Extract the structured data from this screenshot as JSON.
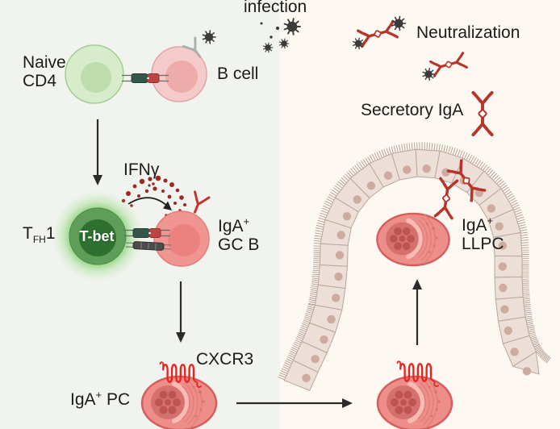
{
  "figure": {
    "type": "immunology-pathway-diagram",
    "description_visible_only": "IgA plasma cell differentiation pathway with mucosal secretion"
  },
  "labels": {
    "infection": "infection",
    "naive_cd4_line1": "Naive",
    "naive_cd4_line2": "CD4",
    "b_cell": "B cell",
    "ifng": "IFNγ",
    "tfh1": {
      "base": "T",
      "sub": "FH",
      "num": "1"
    },
    "tbet": "T-bet",
    "gc_b": {
      "iga": "IgA",
      "sup": "+",
      "line2": "GC B"
    },
    "cxcr3": "CXCR3",
    "iga_pc": {
      "iga": "IgA",
      "sup": "+",
      "rest": " PC"
    },
    "neutralization": "Neutralization",
    "secretory_iga": "Secretory IgA",
    "llpc": {
      "iga": "IgA",
      "sup": "+",
      "line2": "LLPC"
    }
  },
  "palette": {
    "background_left": "#f0f3ee",
    "background_right": "#fdf8f2",
    "text": "#1b1b1b",
    "virus": "#3b3b3b",
    "iga_red": "#b7342c",
    "cxcr3_red": "#e8231f",
    "ifng_dot": "#9e2722",
    "naive_cd4_body": "#d7ecca",
    "naive_cd4_nucleus": "#bedcae",
    "b_cell_body": "#f5caca",
    "b_cell_nucleus": "#edabaa",
    "tfh1_body": "#5f9e58",
    "tfh1_nucleus": "#2e7030",
    "gc_b_body": "#f19593",
    "plasma_cell_body": "#ee8e8a",
    "plasma_cell_nucleus": "#d4716f",
    "epithelium_cell": "#ebdfd7",
    "epithelium_nucleus": "#cdab9f",
    "arrow": "#2b2b2b"
  },
  "icons": {
    "virus-icon": "dark spiky sphere",
    "iga-dimer-icon": "red dimeric antibody (two Y shapes joined by J-chain)",
    "bcr-icon": "Y-shaped membrane antibody",
    "cxcr3-receptor-icon": "red seven-loop serpentine receptor",
    "tcr-mhc-junction-icon": "paired teal and red receptor blocks",
    "costim-junction-icon": "gray segmented rod receptor pair",
    "epithelium-icon": "arched brush-border epithelial cell layer",
    "ifng-cloud-icon": "cloud of dark red cytokine dots with curved arrow"
  }
}
